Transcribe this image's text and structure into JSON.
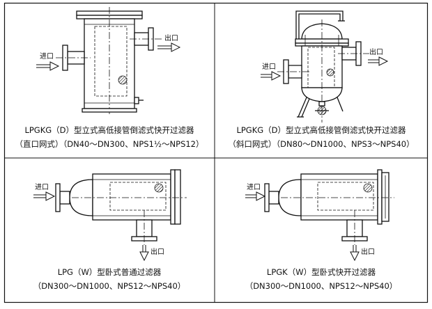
{
  "panels": [
    {
      "id": "tl",
      "inlet_label": "进口",
      "outlet_label": "出口",
      "caption_line1": "LPGKG（D）型立式高低接管倒滤式快开过滤器",
      "caption_line2": "（直口网式）（DN40～DN300、NPS1½～NPS12）"
    },
    {
      "id": "tr",
      "inlet_label": "进口",
      "outlet_label": "出口",
      "caption_line1": "LPGKG（D）型立式高低接管倒滤式快开过滤器",
      "caption_line2": "（斜口网式）（DN80～DN1000、NPS3～NPS40）"
    },
    {
      "id": "bl",
      "inlet_label": "进口",
      "outlet_label": "出口",
      "caption_line1": "LPG（W）型卧式普通过滤器",
      "caption_line2": "（DN300～DN1000、NPS12～NPS40）"
    },
    {
      "id": "br",
      "inlet_label": "进口",
      "outlet_label": "出口",
      "caption_line1": "LPGK（W）型卧式快开过滤器",
      "caption_line2": "（DN300～DN1000、NPS12～NPS40）"
    }
  ]
}
